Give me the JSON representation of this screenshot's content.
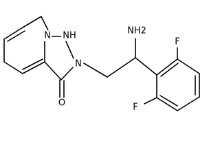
{
  "molecule": {
    "atoms": {
      "n1": "N",
      "nh": "NH",
      "n2": "N",
      "o": "O",
      "nh2": "NH2",
      "f_top": "F",
      "f_bottom": "F"
    }
  },
  "colors": {
    "bond": "#000000",
    "text": "#000000",
    "background": "#ffffff"
  }
}
